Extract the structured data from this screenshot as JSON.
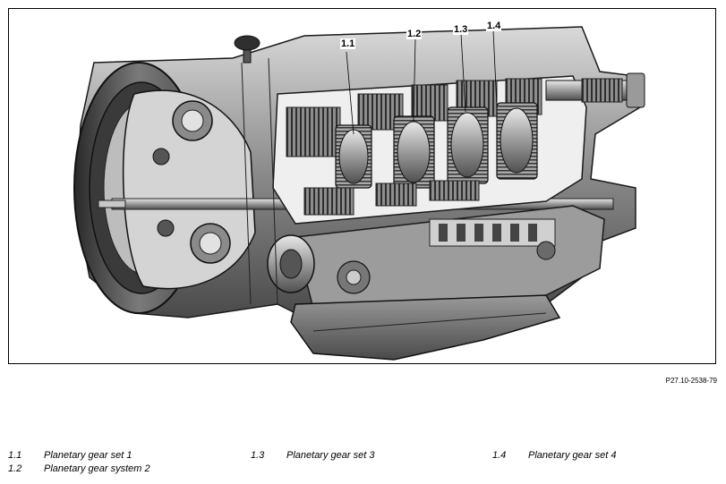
{
  "figure": {
    "reference_code": "P27.10-2538-79",
    "callouts": [
      {
        "key": "1.1"
      },
      {
        "key": "1.2"
      },
      {
        "key": "1.3"
      },
      {
        "key": "1.4"
      }
    ]
  },
  "legend": {
    "items": [
      {
        "key": "1.1",
        "text": "Planetary gear set 1"
      },
      {
        "key": "1.2",
        "text": "Planetary gear system 2"
      },
      {
        "key": "1.3",
        "text": "Planetary gear set 3"
      },
      {
        "key": "1.4",
        "text": "Planetary gear set 4"
      }
    ]
  },
  "colors": {
    "housing_dark": "#2b2b2b",
    "housing_mid": "#6e6e6e",
    "housing_light": "#b5b5b5",
    "highlight": "#e6e6e6",
    "frame": "#000000"
  }
}
